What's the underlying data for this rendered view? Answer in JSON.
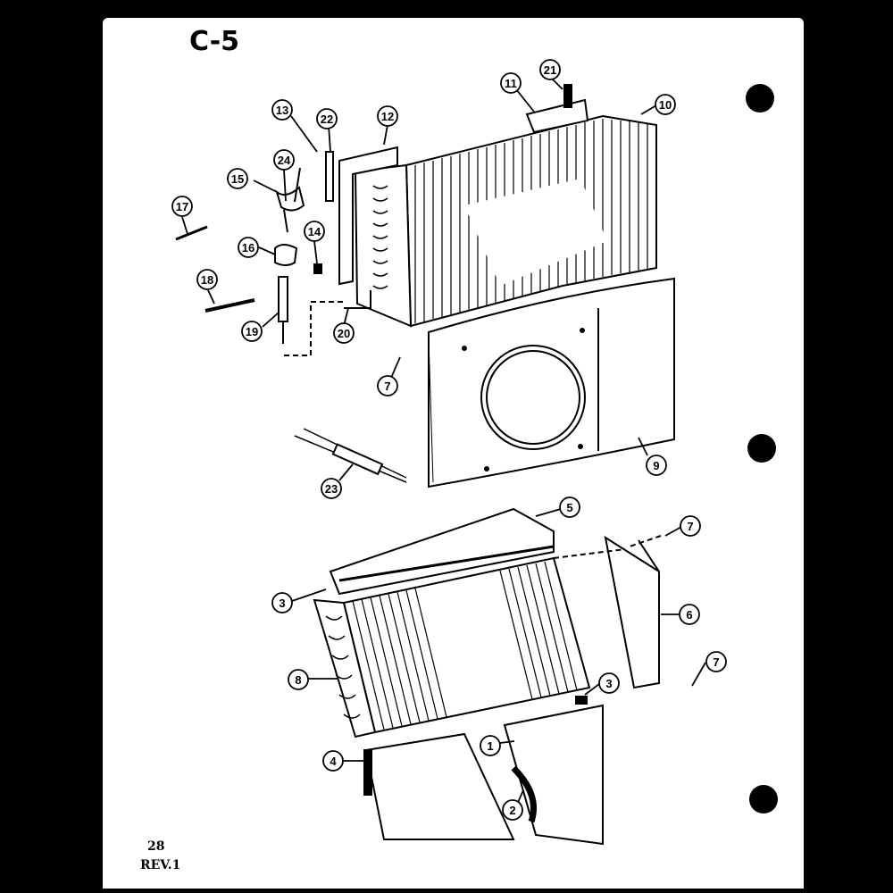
{
  "page": {
    "title": "C-5",
    "page_number": "28",
    "revision": "REV.1",
    "colors": {
      "ink": "#000000",
      "paper": "#ffffff"
    }
  },
  "callouts": {
    "c13": "13",
    "c22": "22",
    "c12": "12",
    "c11": "11",
    "c21": "21",
    "c10": "10",
    "c24": "24",
    "c15": "15",
    "c17": "17",
    "c16": "16",
    "c14": "14",
    "c18": "18",
    "c19": "19",
    "c20": "20",
    "c7a": "7",
    "c9": "9",
    "c23": "23",
    "c5": "5",
    "c7b": "7",
    "c3a": "3",
    "c6": "6",
    "c8": "8",
    "c7c": "7",
    "c3b": "3",
    "c1": "1",
    "c4": "4",
    "c2": "2"
  }
}
